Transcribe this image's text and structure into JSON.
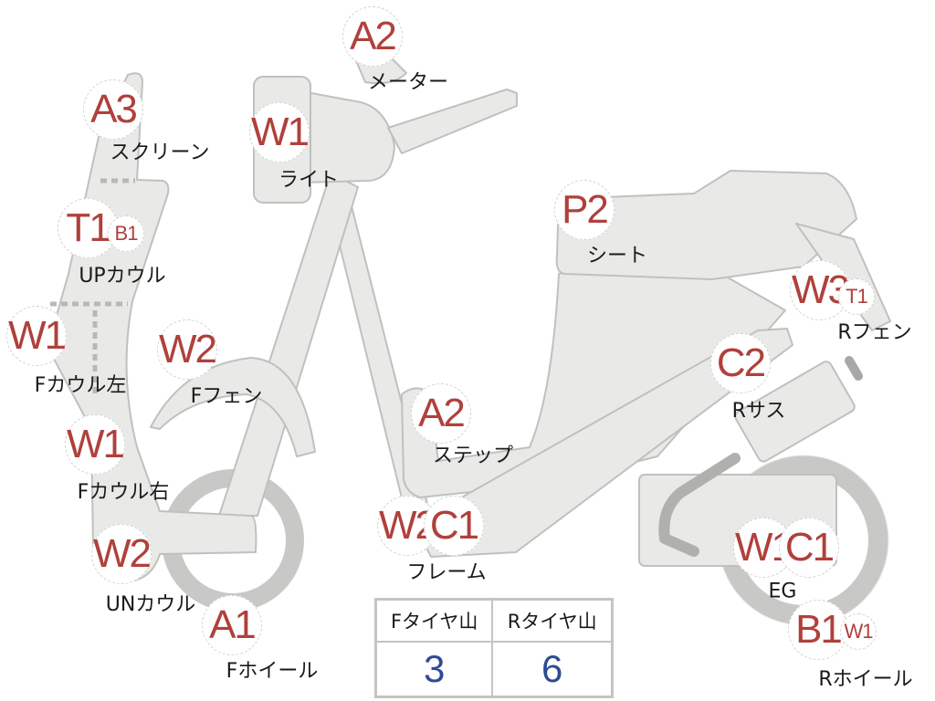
{
  "colors": {
    "grade": "#b0403b",
    "value": "#2e4b94",
    "part_fill": "#e9e9e7",
    "part_stroke": "#c0c0be"
  },
  "parts": [
    {
      "id": "screen",
      "name": "スクリーン",
      "grades": [
        "A3"
      ]
    },
    {
      "id": "up-cowl",
      "name": "UPカウル",
      "grades": [
        "T1"
      ],
      "sub_grades": [
        "B1"
      ]
    },
    {
      "id": "f-cowl-left",
      "name": "Fカウル左",
      "grades": [
        "W1"
      ]
    },
    {
      "id": "f-fender",
      "name": "Fフェン",
      "grades": [
        "W2"
      ]
    },
    {
      "id": "f-cowl-right",
      "name": "Fカウル右",
      "grades": [
        "W1"
      ]
    },
    {
      "id": "un-cowl",
      "name": "UNカウル",
      "grades": [
        "W2"
      ]
    },
    {
      "id": "f-wheel",
      "name": "Fホイール",
      "grades": [
        "A1"
      ]
    },
    {
      "id": "light",
      "name": "ライト",
      "grades": [
        "W1"
      ]
    },
    {
      "id": "meter",
      "name": "メーター",
      "grades": [
        "A2"
      ]
    },
    {
      "id": "seat",
      "name": "シート",
      "grades": [
        "P2"
      ]
    },
    {
      "id": "r-fender",
      "name": "Rフェン",
      "grades": [
        "W3"
      ],
      "sub_grades": [
        "T1"
      ]
    },
    {
      "id": "r-sus",
      "name": "Rサス",
      "grades": [
        "C2"
      ]
    },
    {
      "id": "step",
      "name": "ステップ",
      "grades": [
        "A2"
      ]
    },
    {
      "id": "frame",
      "name": "フレーム",
      "grades": [
        "W2",
        "C1"
      ]
    },
    {
      "id": "eg",
      "name": "EG",
      "grades": [
        "W1",
        "C1"
      ]
    },
    {
      "id": "r-wheel",
      "name": "Rホイール",
      "grades": [
        "B1"
      ],
      "sub_grades": [
        "W1"
      ]
    }
  ],
  "tires": {
    "headers": [
      "Fタイヤ山",
      "Rタイヤ山"
    ],
    "values": [
      "3",
      "6"
    ]
  }
}
